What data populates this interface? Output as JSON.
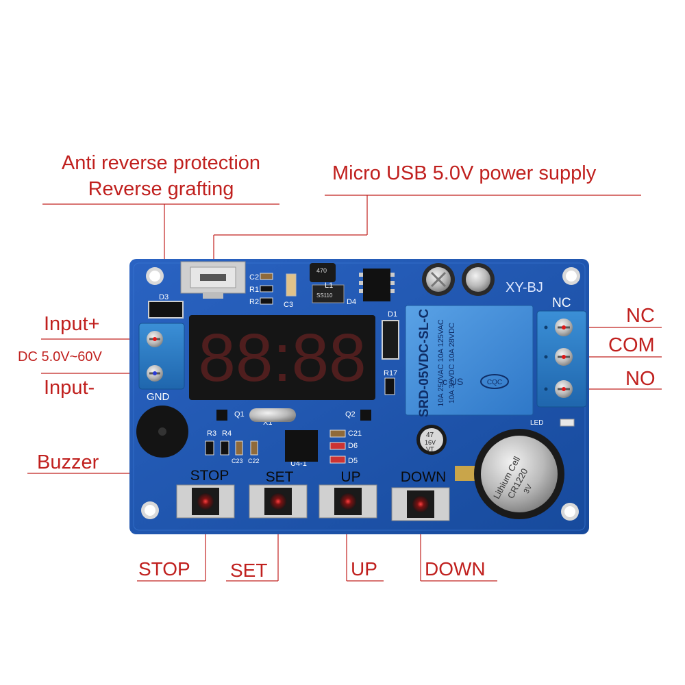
{
  "callouts": {
    "anti_reverse_line1": "Anti reverse protection",
    "anti_reverse_line2": "Reverse grafting",
    "usb_power": "Micro USB 5.0V power supply",
    "input_plus": "Input+",
    "input_range": "DC 5.0V~60V",
    "input_minus": "Input-",
    "buzzer": "Buzzer",
    "nc": "NC",
    "com": "COM",
    "no": "NO",
    "stop": "STOP",
    "set": "SET",
    "up": "UP",
    "down": "DOWN"
  },
  "board": {
    "model": "XY-BJ",
    "display_digits": "88:88",
    "relay_model": "SRD-05VDC-SL-C",
    "relay_rating_1": "10A 250VAC  10A 125VAC",
    "relay_rating_2": "10A 30VDC  10A 28VDC",
    "relay_cert": "CQC",
    "relay_brand": "c  US",
    "terminal_nc": "NC",
    "terminal_gnd": "GND",
    "led": "LED",
    "cap_value": "47",
    "cap_voltage": "16V",
    "cap_series": "VT",
    "cell_brand": "Lithium Cell",
    "cell_model": "CR1220",
    "cell_voltage": "3V",
    "inductor": "470",
    "diode_marking": "SS110",
    "btn_stop": "STOP",
    "btn_set": "SET",
    "btn_up": "UP",
    "btn_down": "DOWN",
    "labels": {
      "d3": "D3",
      "c2": "C2",
      "r1": "R1",
      "r2": "R2",
      "c3": "C3",
      "l1": "L1",
      "d4": "D4",
      "d1": "D1",
      "r17": "R17",
      "q1": "Q1",
      "x1": "X1",
      "q2": "Q2",
      "r3": "R3",
      "r4": "R4",
      "c23": "C23",
      "c22": "C22",
      "u4": "U4-1",
      "c21": "C21",
      "d6": "D6",
      "d5": "D5"
    }
  },
  "colors": {
    "pcb": "#1f56b0",
    "callout": "#c0201e",
    "display_segment": "#ff3b3b",
    "relay": "#3e8ad6",
    "terminal": "#2f7ec4"
  }
}
